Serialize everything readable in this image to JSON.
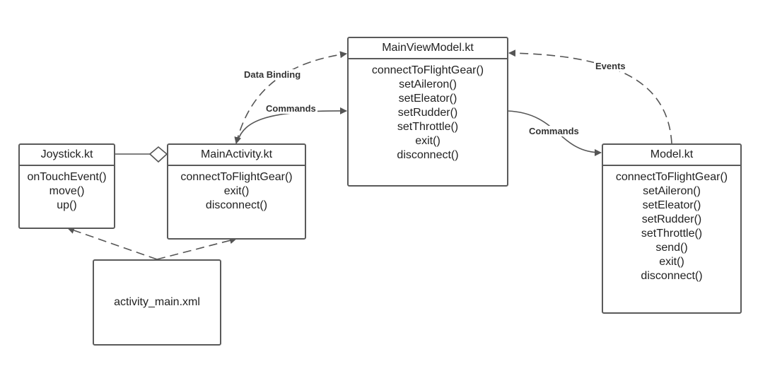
{
  "classes": {
    "main_view_model": {
      "name": "MainViewModel.kt",
      "methods": [
        "connectToFlightGear()",
        "setAileron()",
        "setEleator()",
        "setRudder()",
        "setThrottle()",
        "exit()",
        "disconnect()"
      ]
    },
    "joystick": {
      "name": "Joystick.kt",
      "methods": [
        "onTouchEvent()",
        "move()",
        "up()"
      ]
    },
    "main_activity": {
      "name": "MainActivity.kt",
      "methods": [
        "connectToFlightGear()",
        "exit()",
        "disconnect()"
      ]
    },
    "model": {
      "name": "Model.kt",
      "methods": [
        "connectToFlightGear()",
        "setAileron()",
        "setEleator()",
        "setRudder()",
        "setThrottle()",
        "send()",
        "exit()",
        "disconnect()"
      ]
    }
  },
  "layout_file": {
    "name": "activity_main.xml"
  },
  "edges": {
    "data_binding": "Data Binding",
    "commands_activity_to_vm": "Commands",
    "commands_vm_to_model": "Commands",
    "events": "Events"
  },
  "colors": {
    "line": "#555555",
    "border": "#5a5a5a"
  }
}
